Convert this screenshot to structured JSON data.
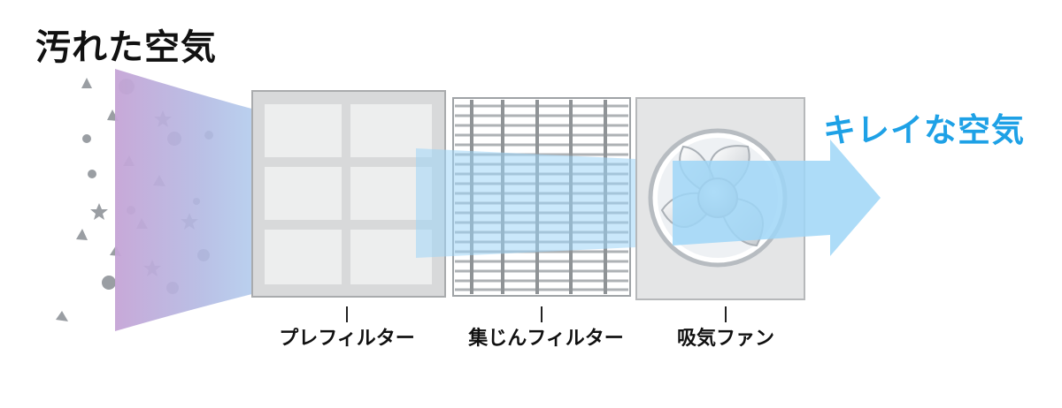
{
  "colors": {
    "dirty_air": "#c7a3d6",
    "clean_air": "#9fd6f7",
    "clean_text": "#1ea1e6",
    "frame": "#d8d9da",
    "particles": "#9a9ea3"
  },
  "labels": {
    "dirty_air": "汚れた空気",
    "clean_air": "キレイな空気"
  },
  "components": [
    {
      "name": "プレフィルター",
      "icon": "window-frame-filter-icon"
    },
    {
      "name": "集じんフィルター",
      "icon": "grid-mesh-filter-icon"
    },
    {
      "name": "吸気ファン",
      "icon": "exhaust-fan-icon"
    }
  ]
}
